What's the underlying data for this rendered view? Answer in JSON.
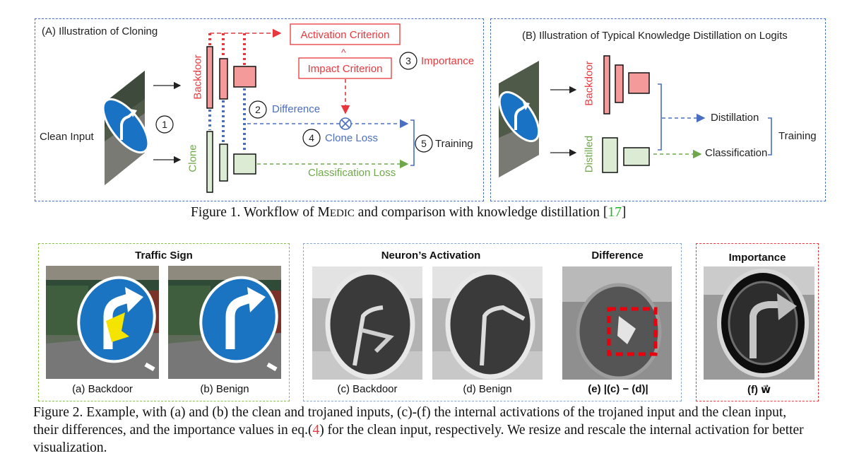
{
  "fig1": {
    "panel_a_title": "(A) Illustration of Cloning",
    "panel_b_title": "(B) Illustration of Typical Knowledge Distillation on Logits",
    "clean_input": "Clean Input",
    "backdoor": "Backdoor",
    "clone": "Clone",
    "distilled": "Distilled",
    "activation_criterion": "Activation Criterion",
    "impact_criterion": "Impact Criterion",
    "caret": "^",
    "importance": "Importance",
    "difference": "Difference",
    "clone_loss": "Clone Loss",
    "classification_loss": "Classification Loss",
    "training": "Training",
    "distillation": "Distillation",
    "classification": "Classification",
    "n1": "1",
    "n2": "2",
    "n3": "3",
    "n4": "4",
    "n5": "5",
    "caption_pre": "Figure 1. Workflow of M",
    "caption_sc": "EDIC",
    "caption_post": " and comparison with knowledge distillation [",
    "caption_ref": "17",
    "caption_end": "]"
  },
  "fig2": {
    "traffic_sign": "Traffic Sign",
    "neurons_activation": "Neuron’s Activation",
    "difference": "Difference",
    "importance": "Importance",
    "sub_a": "(a) Backdoor",
    "sub_b": "(b) Benign",
    "sub_c": "(c) Backdoor",
    "sub_d": "(d) Benign",
    "sub_e": "(e) |(c) − (d)|",
    "sub_f": "(f) w⃗",
    "caption_line1": "Figure 2. Example, with (a) and (b) the clean and trojaned inputs, (c)-(f) the internal activations of the trojaned input and the clean input,",
    "caption_line2_pre": "their differences, and the importance values in eq.(",
    "caption_line2_ref": "4",
    "caption_line2_post": ") for the clean input, respectively. We resize and rescale the internal activation for better",
    "caption_line3": "visualization."
  },
  "colors": {
    "blue": "#4a6fc0",
    "red": "#e8383d",
    "green": "#6fa84a",
    "pink_fill": "#f59a9a",
    "green_fill": "#dcebd3",
    "ref_green": "#1fb41f"
  }
}
